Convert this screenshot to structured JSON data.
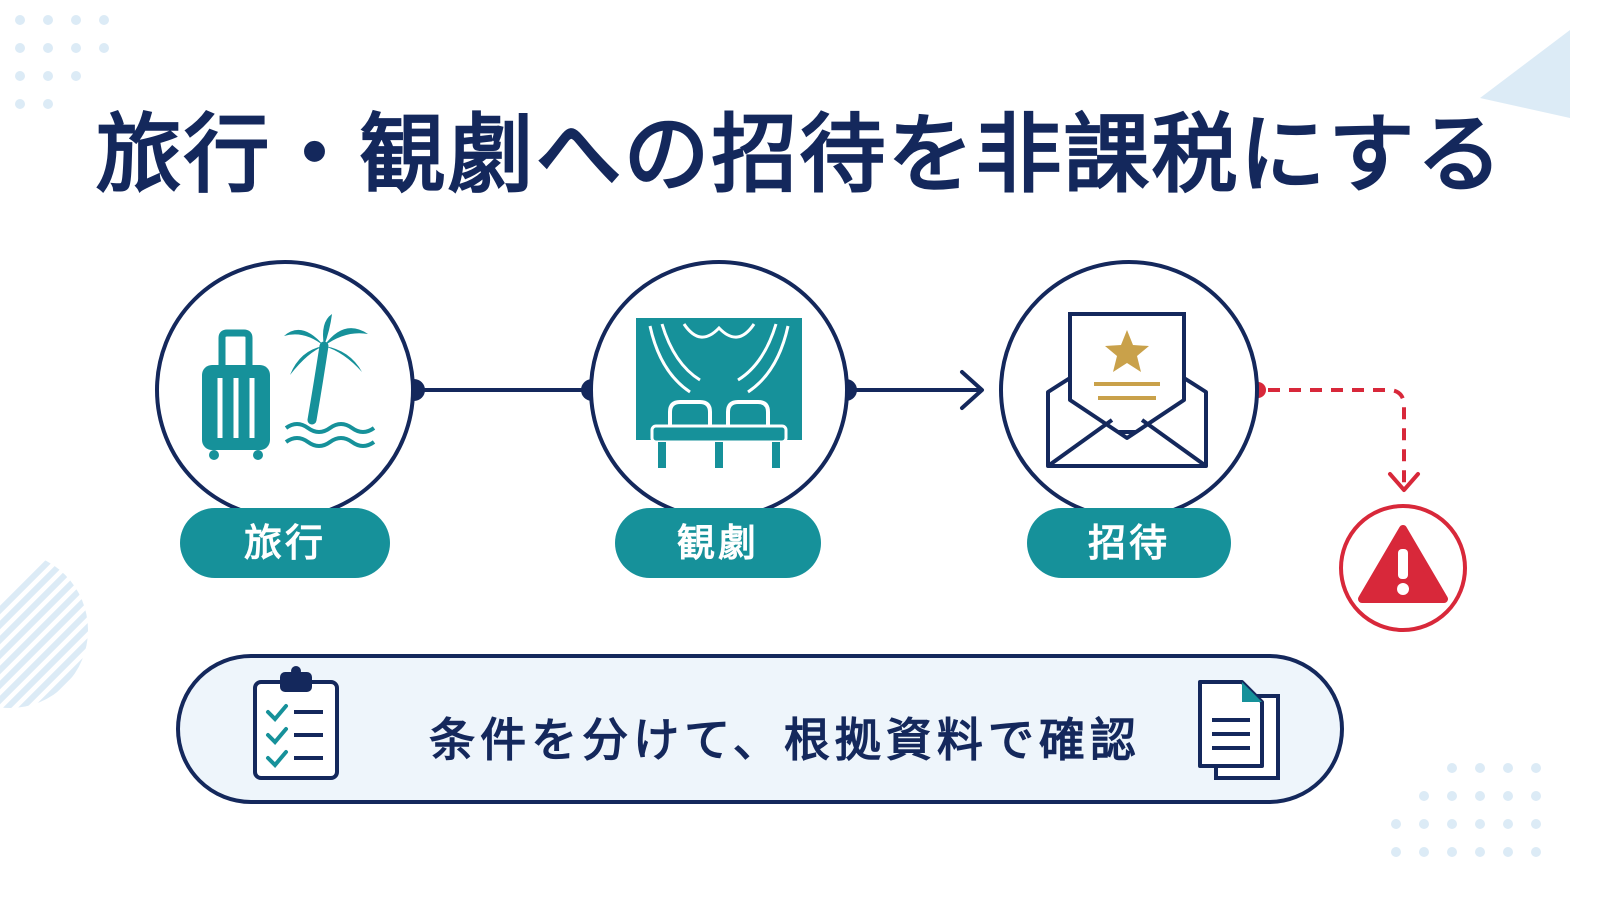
{
  "title": "旅行・観劇への招待を非課税にする",
  "steps": [
    {
      "label": "旅行",
      "icon": "suitcase-palm-icon"
    },
    {
      "label": "観劇",
      "icon": "theater-seats-icon"
    },
    {
      "label": "招待",
      "icon": "invitation-envelope-icon"
    }
  ],
  "warning_icon": "warning-triangle-icon",
  "banner": {
    "text": "条件を分けて、根拠資料で確認",
    "left_icon": "checklist-clipboard-icon",
    "right_icon": "documents-icon"
  },
  "colors": {
    "navy": "#14285c",
    "teal": "#16919a",
    "red": "#d8283a",
    "gold": "#c9a14a",
    "light_blue": "#dcebf6",
    "banner_bg": "#eef5fb"
  }
}
